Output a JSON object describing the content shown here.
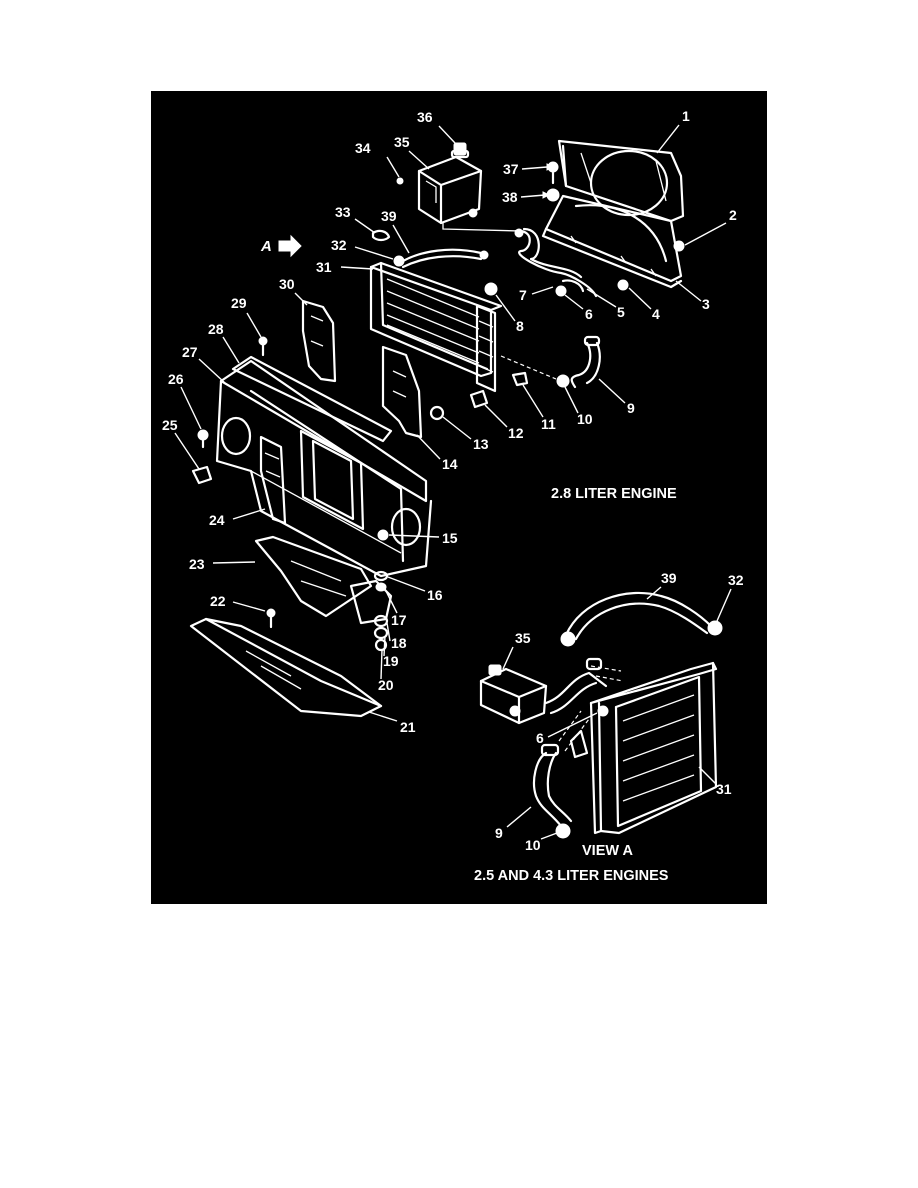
{
  "diagram": {
    "captions": {
      "main_view": "2.8 LITER ENGINE",
      "view_a": "VIEW A",
      "view_a_engines": "2.5 AND 4.3 LITER ENGINES"
    },
    "view_marker": "A",
    "callouts": [
      "1",
      "2",
      "3",
      "4",
      "5",
      "6",
      "7",
      "8",
      "9",
      "10",
      "11",
      "12",
      "13",
      "14",
      "15",
      "16",
      "17",
      "18",
      "19",
      "20",
      "21",
      "22",
      "23",
      "24",
      "25",
      "26",
      "27",
      "28",
      "29",
      "30",
      "31",
      "32",
      "33",
      "34",
      "35",
      "36",
      "37",
      "38",
      "39"
    ],
    "view_a_callouts": [
      "39",
      "32",
      "35",
      "6",
      "31",
      "9",
      "10"
    ],
    "colors": {
      "background": "#000000",
      "linework": "#ffffff",
      "page": "#ffffff"
    }
  }
}
